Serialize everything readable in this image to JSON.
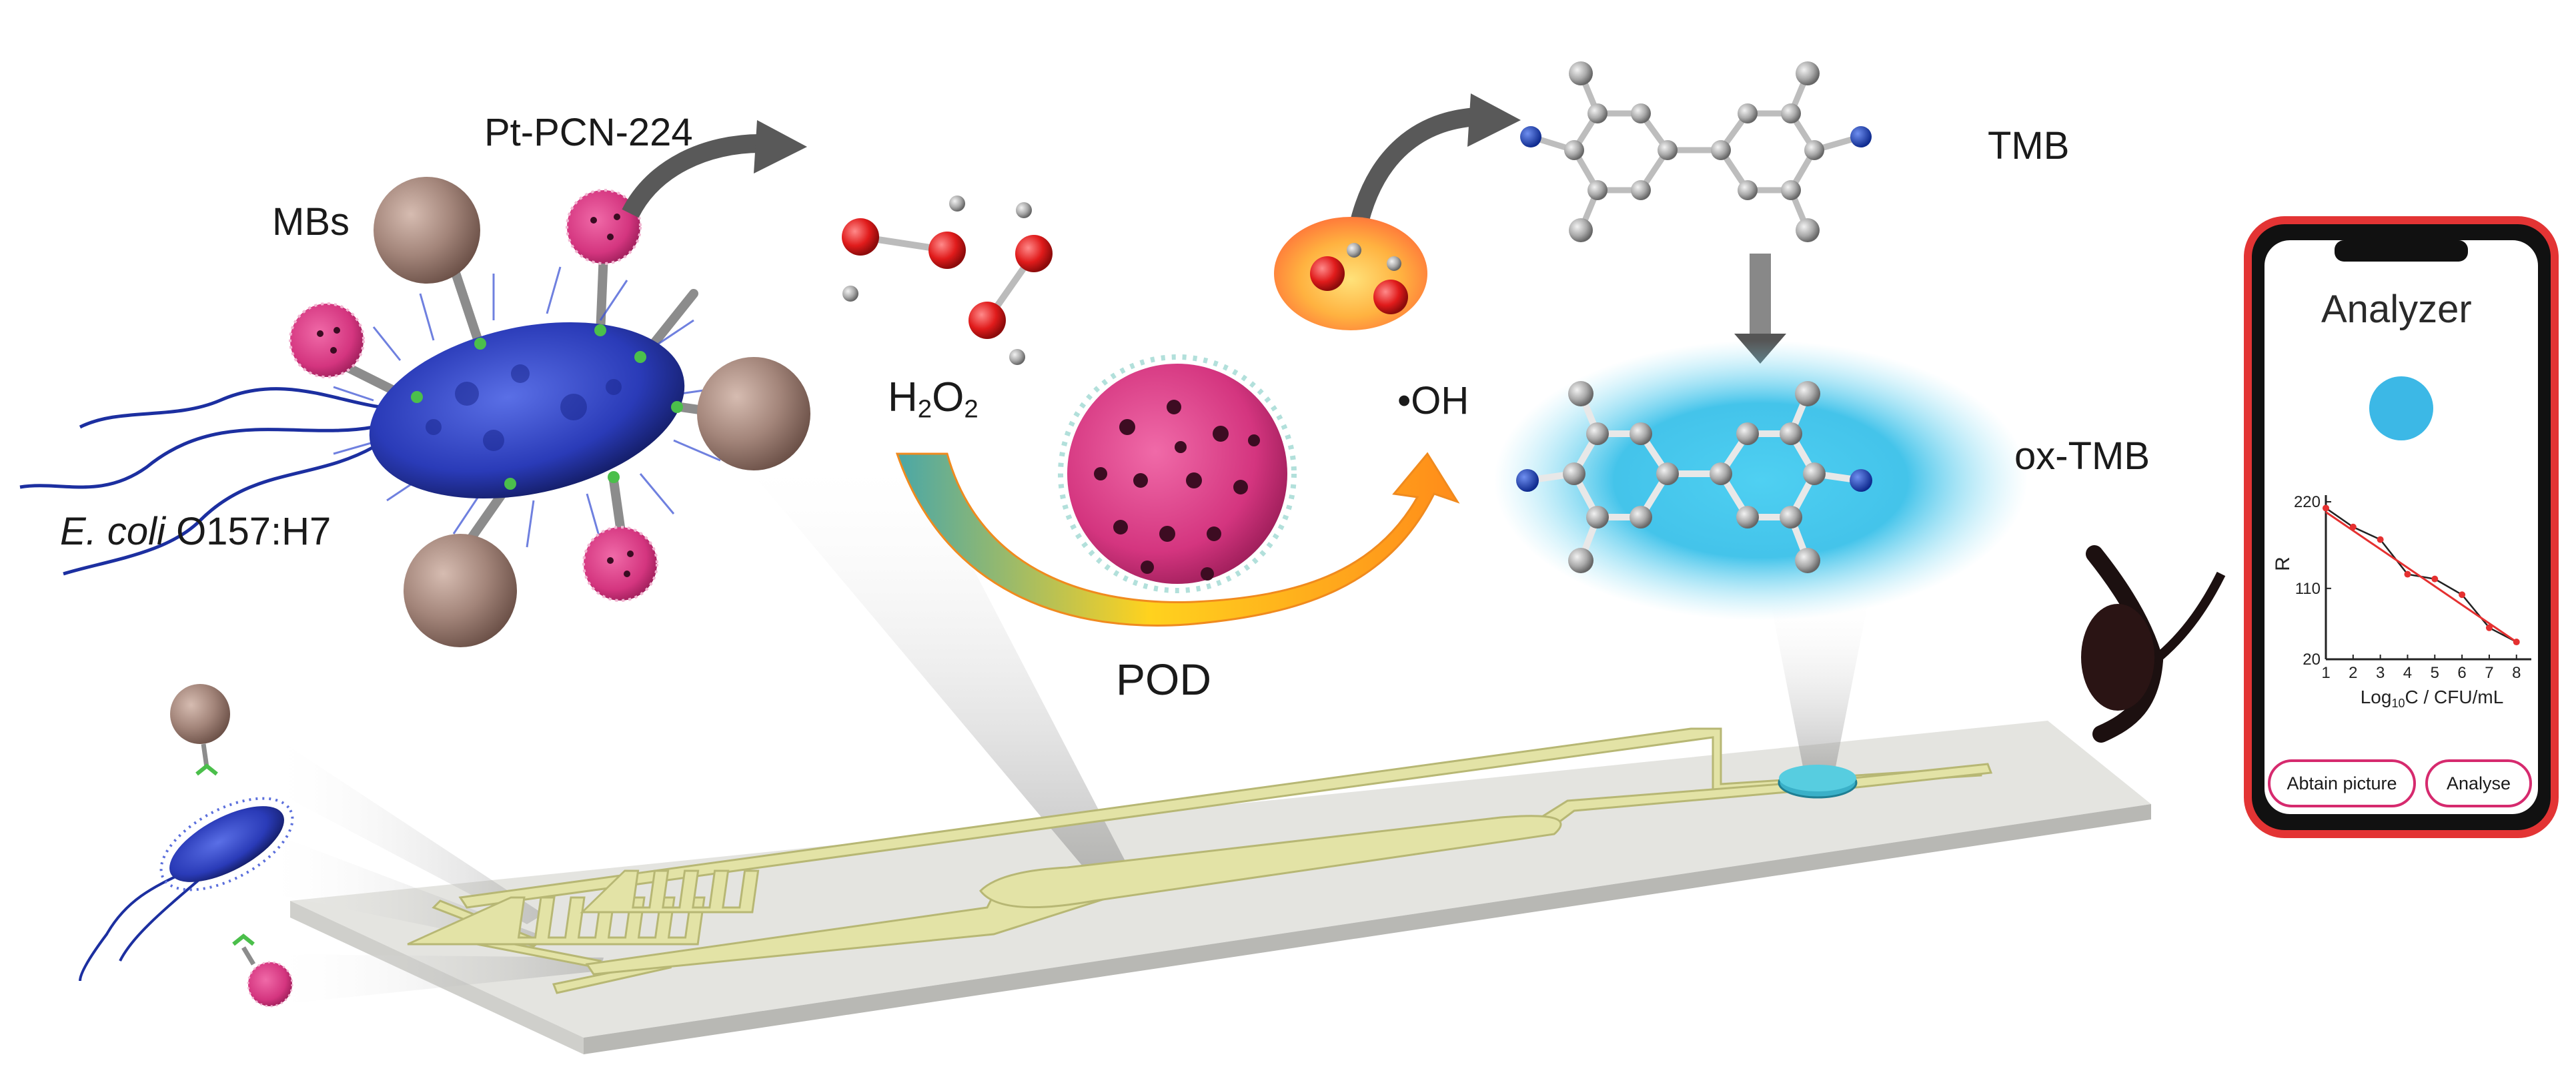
{
  "labels": {
    "pt_pcn": "Pt-PCN-224",
    "mbs": "MBs",
    "ecoli_italic": "E. coli",
    "ecoli_strain": " O157:H7",
    "h2o2_main": "H",
    "h2o2_sub1": "2",
    "h2o2_o": "O",
    "h2o2_sub2": "2",
    "oh": "•OH",
    "pod": "POD",
    "tmb": "TMB",
    "ox_tmb": "ox-TMB"
  },
  "phone": {
    "title": "Analyzer",
    "buttons": [
      "Abtain picture",
      "Analyse"
    ],
    "chart_data": {
      "type": "line",
      "ylabel": "R",
      "xlabel_main": "Log",
      "xlabel_sub": "10",
      "xlabel_rest": "C / CFU/mL",
      "x_ticks": [
        "1",
        "2",
        "3",
        "4",
        "5",
        "6",
        "7",
        "8"
      ],
      "y_ticks": [
        "220",
        "110",
        "20"
      ],
      "xlim": [
        1,
        8.3
      ],
      "ylim": [
        20,
        220
      ],
      "series": [
        {
          "x": [
            1,
            2,
            3,
            4,
            5,
            6,
            7,
            8
          ],
          "values": [
            212,
            188,
            172,
            128,
            122,
            102,
            60,
            42
          ]
        },
        {
          "x": [
            1,
            8
          ],
          "values": [
            207,
            42
          ]
        }
      ]
    }
  },
  "colors": {
    "chip": "#d9d9d4",
    "channel": "#e3e3a6",
    "channel_edge": "#b7b774",
    "pink": "#d4357f",
    "bead": "#a3857a",
    "bacteria": "#2a3bb8",
    "glow": "#3fc6ea",
    "phone_frame": "#e33434",
    "dot": "#3cb8e6",
    "trend_red": "#e53030"
  }
}
